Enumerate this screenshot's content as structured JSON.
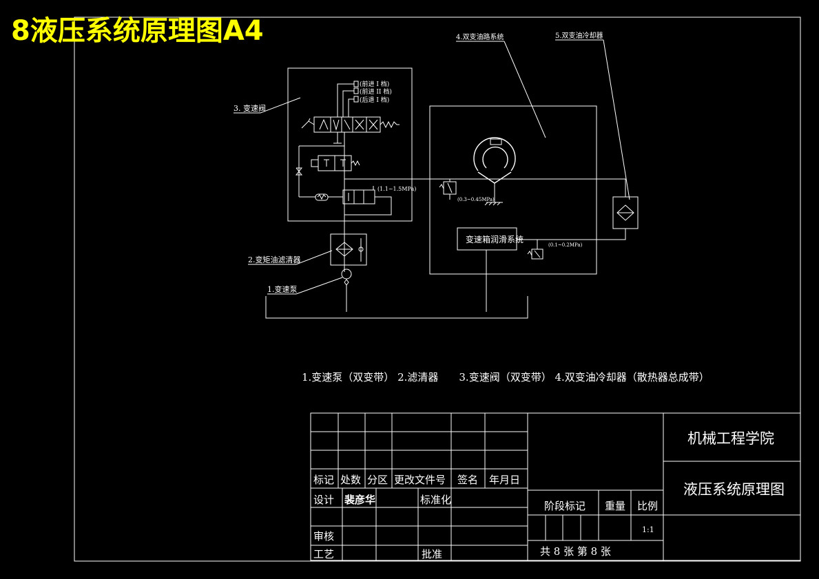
{
  "title": "8液压系统原理图A4",
  "colors": {
    "background": "#000000",
    "line": "#ffffff",
    "title": "#ffff00"
  },
  "callouts": {
    "valve": "3. 变速阀",
    "filter": "2.变矩油滤清器",
    "pump": "1.变速泵",
    "oil_system": "4.双变油路系统",
    "cooler": "5.双变油冷却器"
  },
  "positions": {
    "forward1": "(前进 I 档)",
    "forward2": "(前进 II 档)",
    "reverse1": "(后退 I 档)"
  },
  "pressures": {
    "main": "(1.1~1.5MPa)",
    "converter": "(0.3~0.45MPa)",
    "lube": "(0.1~0.2MPa)"
  },
  "lube_box": "变速箱润滑系统",
  "legend": "1.变速泵（双变带） 2.滤清器　　3.变速阀（双变带） 4.双变油冷却器（散热器总成带）",
  "title_block": {
    "school": "机械工程学院",
    "drawing_name": "液压系统原理图",
    "row_headers": [
      "标记",
      "处数",
      "分区",
      "更改文件号",
      "签名",
      "年月日"
    ],
    "design_label": "设计",
    "designer": "裴彦华",
    "standardize_label": "标准化",
    "review_label": "审核",
    "process_label": "工艺",
    "approve_label": "批准",
    "stage_label": "阶段标记",
    "weight_label": "重量",
    "scale_label": "比例",
    "scale_value": "1:1",
    "sheets": "共 8 张 第 8 张"
  }
}
